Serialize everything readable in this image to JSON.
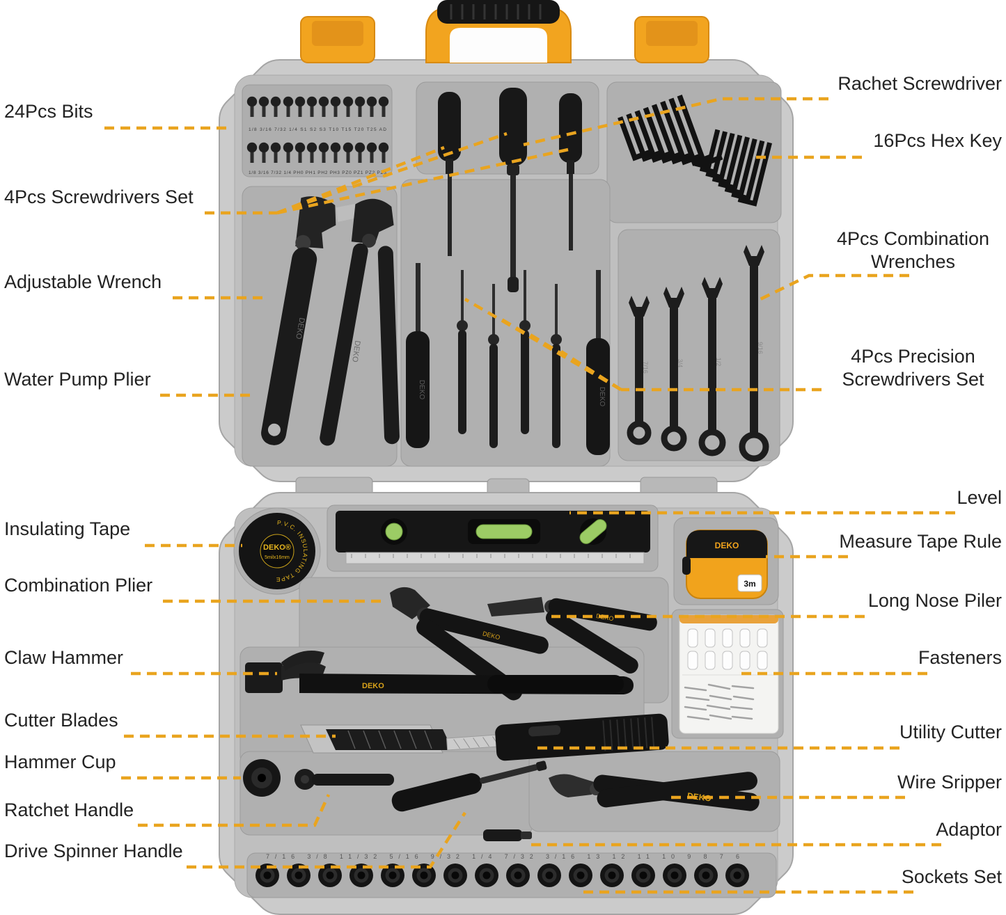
{
  "colors": {
    "accent_orange": "#F2A41F",
    "leader_line": "#E9A41F",
    "case_gray": "#CBCBCB",
    "tool_black": "#1A1A1A",
    "vial_green": "#9CCC65"
  },
  "brand": {
    "name": "DEKO"
  },
  "annotations": {
    "left": [
      {
        "label": "24Pcs Bits"
      },
      {
        "label": "4Pcs Screwdrivers Set"
      },
      {
        "label": "Adjustable Wrench"
      },
      {
        "label": "Water Pump Plier"
      },
      {
        "label": "Insulating Tape"
      },
      {
        "label": "Combination Plier"
      },
      {
        "label": "Claw Hammer"
      },
      {
        "label": "Cutter Blades"
      },
      {
        "label": "Hammer Cup"
      },
      {
        "label": "Ratchet Handle"
      },
      {
        "label": "Drive Spinner Handle"
      }
    ],
    "right": [
      {
        "label": "Rachet Screwdriver"
      },
      {
        "label": "16Pcs Hex Key"
      },
      {
        "label": "4Pcs Combination\nWrenches"
      },
      {
        "label": "4Pcs Precision\nScrewdrivers Set"
      },
      {
        "label": "Level"
      },
      {
        "label": "Measure Tape Rule"
      },
      {
        "label": "Long Nose Piler"
      },
      {
        "label": "Fasteners"
      },
      {
        "label": "Utility Cutter"
      },
      {
        "label": "Wire Sripper"
      },
      {
        "label": "Adaptor"
      },
      {
        "label": "Sockets Set"
      }
    ]
  },
  "case_top": {
    "bits_row1_sizes": "1/8 3/16 7/32 1/4 S1 S2 S3 T10 T15 T20 T25 AD",
    "bits_row2_sizes": "1/8 3/16 7/32 1/4 PH0 PH1 PH2 PH3 PZ0 PZ1 PZ2 PZ3",
    "wrench_sizes": [
      "7/16",
      "3/4",
      "1/2",
      "9/16"
    ]
  },
  "case_bottom": {
    "insulating_tape": {
      "ring_text": "P.V.C. INSULATING TAPE",
      "brand": "DEKO®",
      "size": "5milx16mm"
    },
    "measure_tape": {
      "brand": "DEKO",
      "length": "3m"
    },
    "socket_sizes": "7/16 3/8 11/32 5/16 9/32 1/4 7/32 3/16 13 12 11 10 9 8 7 6"
  }
}
